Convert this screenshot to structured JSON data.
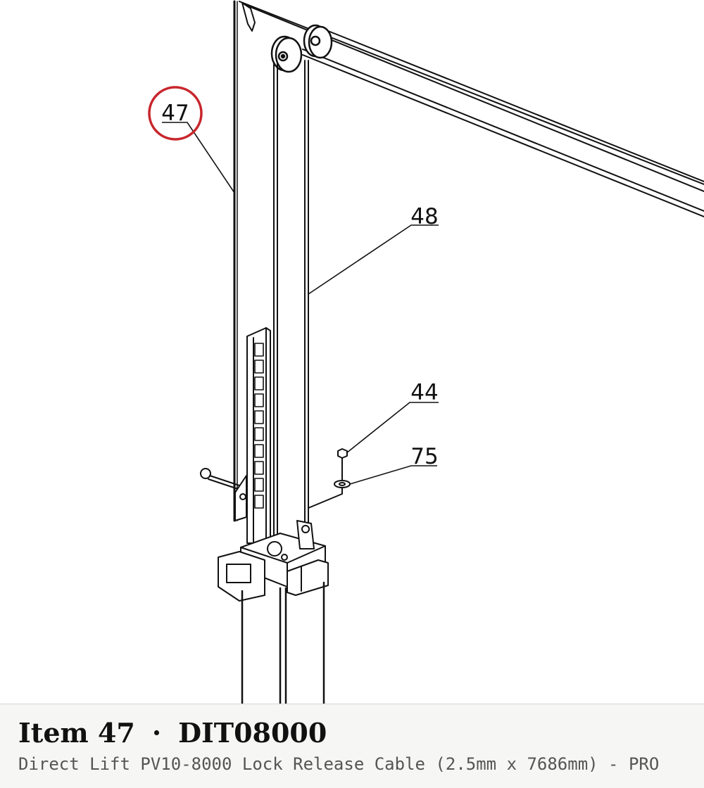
{
  "callouts": [
    {
      "id": "47",
      "label": "47",
      "highlighted": true
    },
    {
      "id": "48",
      "label": "48",
      "highlighted": false
    },
    {
      "id": "44",
      "label": "44",
      "highlighted": false
    },
    {
      "id": "75",
      "label": "75",
      "highlighted": false
    }
  ],
  "highlight_color": "#c8262c",
  "caption": {
    "item_prefix": "Item 47",
    "separator": "·",
    "part_number": "DIT08000",
    "description": "Direct Lift PV10-8000 Lock Release Cable (2.5mm x 7686mm) - PRO"
  }
}
